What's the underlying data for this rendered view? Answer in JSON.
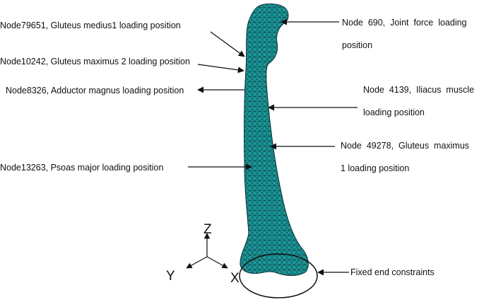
{
  "labels": {
    "node79651": "Node79651, Gluteus medius1 loading position",
    "node10242": "Node10242, Gluteus maximus 2 loading position",
    "node8326": "Node8326, Adductor magnus loading position",
    "node13263": "Node13263, Psoas major loading position",
    "node690_line1": "Node  690,  Joint  force  loading",
    "node690_line2": "position",
    "node4139_line1": "Node  4139,  Iliacus  muscle",
    "node4139_line2": "loading position",
    "node49278_line1": "Node  49278,  Gluteus  maximus",
    "node49278_line2": "1 loading position",
    "fixed": "Fixed end constraints"
  },
  "axes": {
    "z": "Z",
    "y": "Y",
    "x": "X"
  },
  "colors": {
    "mesh_fill": "#1a9a9c",
    "mesh_line": "#0b2f33",
    "text": "#111111"
  }
}
